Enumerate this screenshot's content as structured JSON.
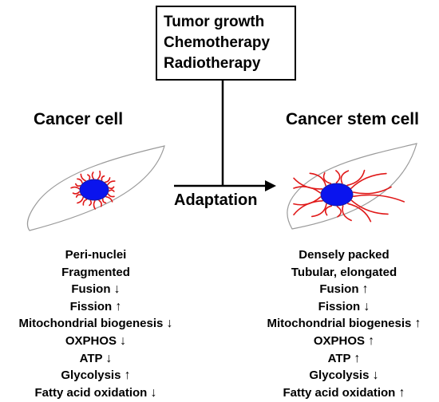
{
  "stressors": {
    "items": [
      "Tumor growth",
      "Chemotherapy",
      "Radiotherapy"
    ]
  },
  "left_cell": {
    "title": "Cancer cell",
    "traits": [
      {
        "text": "Peri-nuclei",
        "arrow": ""
      },
      {
        "text": "Fragmented",
        "arrow": ""
      },
      {
        "text": "Fusion",
        "arrow": "↓"
      },
      {
        "text": "Fission",
        "arrow": "↑"
      },
      {
        "text": "Mitochondrial biogenesis",
        "arrow": "↓"
      },
      {
        "text": "OXPHOS",
        "arrow": "↓"
      },
      {
        "text": "ATP",
        "arrow": "↓"
      },
      {
        "text": "Glycolysis",
        "arrow": "↑"
      },
      {
        "text": "Fatty acid oxidation",
        "arrow": "↓"
      }
    ]
  },
  "right_cell": {
    "title": "Cancer stem cell",
    "traits": [
      {
        "text": "Densely packed",
        "arrow": ""
      },
      {
        "text": "Tubular, elongated",
        "arrow": ""
      },
      {
        "text": "Fusion",
        "arrow": "↑"
      },
      {
        "text": "Fission",
        "arrow": "↓"
      },
      {
        "text": "Mitochondrial biogenesis",
        "arrow": "↑"
      },
      {
        "text": "OXPHOS",
        "arrow": "↑"
      },
      {
        "text": "ATP",
        "arrow": "↑"
      },
      {
        "text": "Glycolysis",
        "arrow": "↓"
      },
      {
        "text": "Fatty acid oxidation",
        "arrow": "↑"
      }
    ]
  },
  "transition": {
    "label": "Adaptation"
  },
  "colors": {
    "nucleus": "#0a14ee",
    "mitochondria": "#e01818",
    "membrane": "#9a9a9a",
    "line": "#000000"
  }
}
